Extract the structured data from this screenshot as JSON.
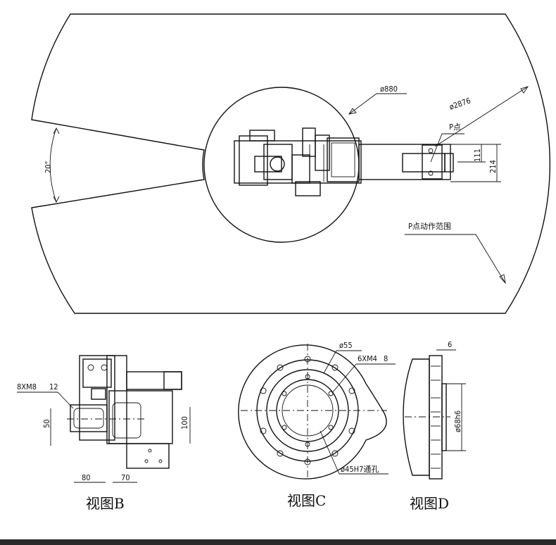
{
  "top_view": {
    "reach_diameter": "ø2876",
    "base_diameter": "ø880",
    "dead_zone_angle": "20°",
    "point_label": "P点",
    "range_label": "P点动作范围",
    "dim_111": "111",
    "dim_214": "214"
  },
  "view_b": {
    "caption": "视图B",
    "thread_label": "8XM8",
    "thread_depth": "12",
    "dim_50": "50",
    "dim_80": "80",
    "dim_70": "70",
    "dim_100": "100"
  },
  "view_c": {
    "caption": "视图C",
    "pitch_diameter": "ø55",
    "thread_label": "6XM4",
    "thread_depth": "8",
    "bore_label": "ø45H7通孔"
  },
  "view_d": {
    "caption": "视图D",
    "dim_6": "6",
    "spigot_diameter": "ø68h6"
  }
}
